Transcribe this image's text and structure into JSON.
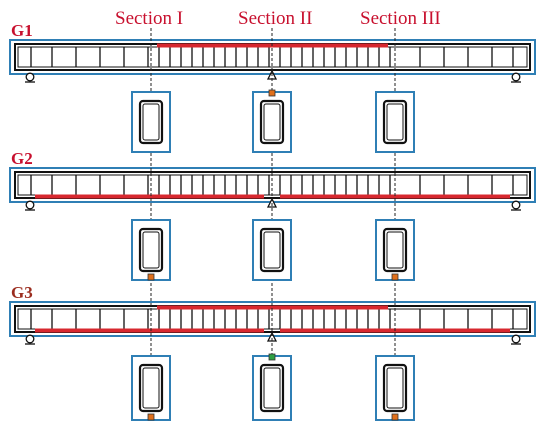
{
  "sections": [
    {
      "key": "s1",
      "label": "Section I"
    },
    {
      "key": "s2",
      "label": "Section II"
    },
    {
      "key": "s3",
      "label": "Section III"
    }
  ],
  "beams": [
    {
      "key": "g1",
      "label": "G1",
      "label_color": "#c8102e",
      "top_rebar": "center",
      "bottom_rebar": "none",
      "sensor": "center"
    },
    {
      "key": "g2",
      "label": "G2",
      "label_color": "#c8102e",
      "top_rebar": "none",
      "bottom_rebar": "split",
      "sensor": "sides"
    },
    {
      "key": "g3",
      "label": "G3",
      "label_color": "#9b2d1f",
      "top_rebar": "center",
      "bottom_rebar": "split",
      "sensor": "all"
    }
  ],
  "colors": {
    "section_label": "#c8102e",
    "rebar": "#d7282f",
    "frame_blue": "#2f7fb5",
    "beam_outline": "#111111",
    "sensor_orange": "#e0701c",
    "sensor_green": "#2ea043"
  }
}
